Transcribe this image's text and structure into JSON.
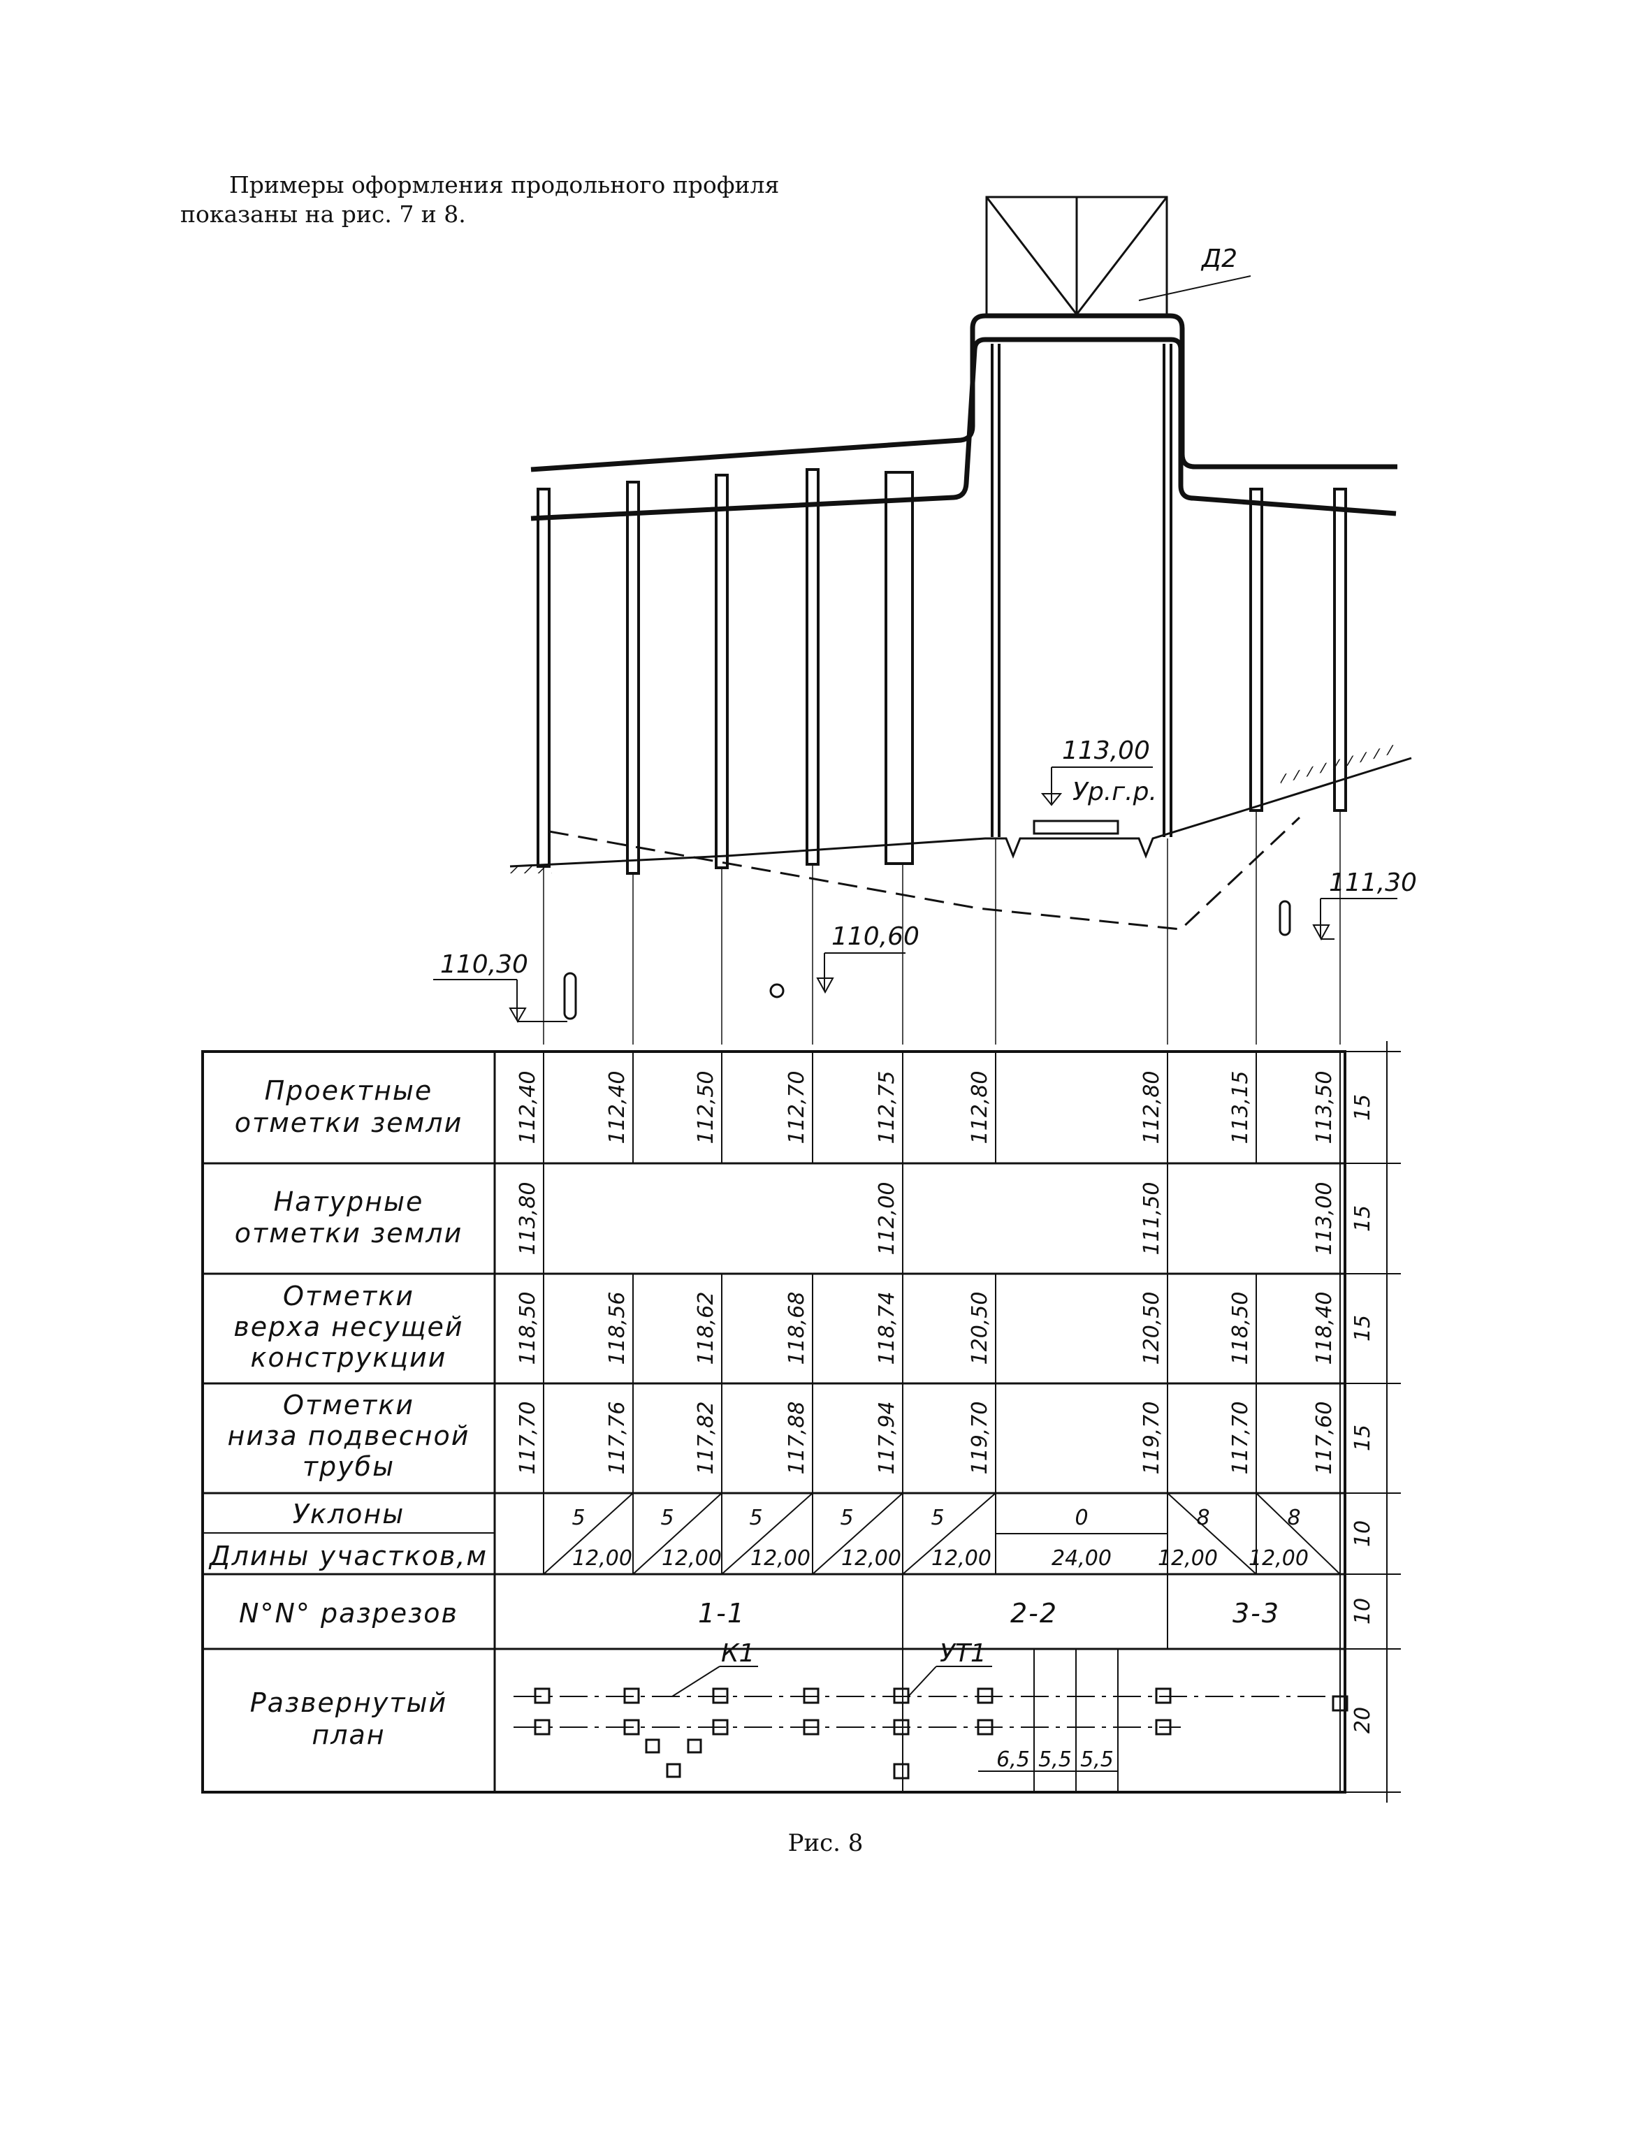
{
  "intro_text": "Примеры оформления продольного профиля показаны на рис. 7 и 8.",
  "caption": "Рис. 8",
  "drawing": {
    "marker_d2": "Д2",
    "level_ground_value": "113,00",
    "level_ground_label": "Ур.г.р.",
    "water_level_left": "110,30",
    "water_level_mid": "110,60",
    "water_level_right": "111,30",
    "plan_marker_k1": "К1",
    "plan_marker_ut1": "УТ1",
    "plan_dims": [
      "6,5",
      "5,5",
      "5,5"
    ]
  },
  "table": {
    "row_labels": {
      "design_ground": [
        "Проектные",
        "отметки земли"
      ],
      "natural_ground": [
        "Натурные",
        "отметки земли"
      ],
      "top_structure": [
        "Отметки",
        "верха несущей",
        "конструкции"
      ],
      "bottom_pipe": [
        "Отметки",
        "низа подвесной",
        "трубы"
      ],
      "slopes": "Уклоны",
      "lengths": "Длины участков,м",
      "sections": "N°N° разрезов",
      "plan": [
        "Развернутый",
        "план"
      ]
    },
    "row_heights": [
      "15",
      "15",
      "15",
      "15",
      "10",
      "10",
      "20"
    ],
    "design_ground": [
      "112,40",
      "112,40",
      "112,50",
      "112,70",
      "112,75",
      "112,80",
      "112,80",
      "113,15",
      "113,50"
    ],
    "natural_ground": [
      "113,80",
      "112,00",
      "111,50",
      "113,00"
    ],
    "top_structure": [
      "118,50",
      "118,56",
      "118,62",
      "118,68",
      "118,74",
      "120,50",
      "120,50",
      "118,50",
      "118,40"
    ],
    "bottom_pipe": [
      "117,70",
      "117,76",
      "117,82",
      "117,88",
      "117,94",
      "119,70",
      "119,70",
      "117,70",
      "117,60"
    ],
    "slope_values": [
      "5",
      "5",
      "5",
      "5",
      "5",
      "0",
      "8",
      "8"
    ],
    "length_values": [
      "12,00",
      "12,00",
      "12,00",
      "12,00",
      "12,00",
      "24,00",
      "12,00",
      "12,00"
    ],
    "sections": [
      "1-1",
      "2-2",
      "3-3"
    ]
  }
}
